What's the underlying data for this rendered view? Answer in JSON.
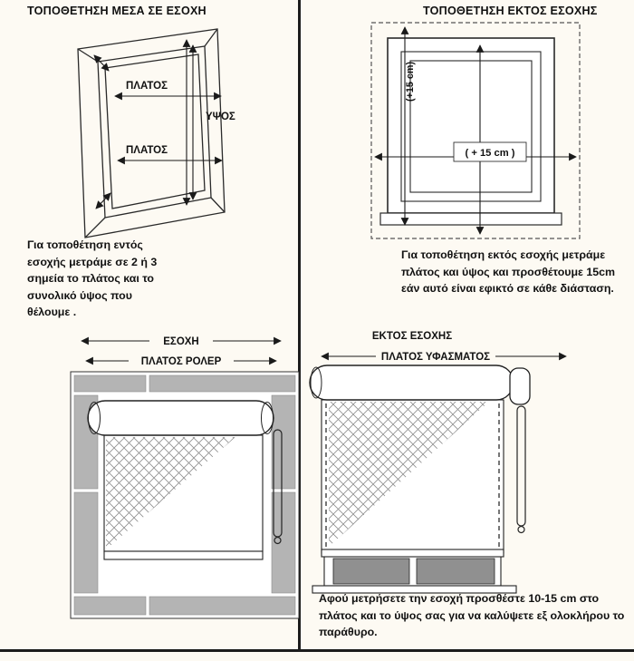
{
  "page": {
    "bg": "#fdfaf3"
  },
  "sections": {
    "inside_recess": {
      "title": "ΤΟΠΟΘΕΤΗΣΗ ΜΕΣΑ ΣΕ ΕΣΟΧΗ",
      "labels": {
        "width_top": "ΠΛΑΤΟΣ",
        "height": "ΥΨΟΣ",
        "width_bottom": "ΠΛΑΤΟΣ"
      },
      "description": "Για τοποθέτηση εντός εσοχής μετράμε σε 2 ή 3 σημεία το πλάτος και το συνολικό ύψος που θέλουμε ."
    },
    "outside_recess": {
      "title": "ΤΟΠΟΘΕΤΗΣΗ ΕΚΤΟΣ ΕΣΟΧΗΣ",
      "labels": {
        "height_plus": "(+15 cm)",
        "width_plus": "( + 15 cm )"
      },
      "description": "Για τοποθέτηση εκτός εσοχής μετράμε πλάτος και ύψος και προσθέτουμε 15cm εάν αυτό είναι εφικτό σε κάθε διάσταση."
    },
    "roller_inside": {
      "labels": {
        "recess": "ΕΣΟΧΗ",
        "roller_width": "ΠΛΑΤΟΣ ΡΟΛΕΡ"
      }
    },
    "roller_outside": {
      "labels": {
        "outside": "ΕΚΤΟΣ ΕΣΟΧΗΣ",
        "fabric_width": "ΠΛΑΤΟΣ ΥΦΑΣΜΑΤΟΣ"
      },
      "description": "Αφού μετρήσετε την εσοχή προσθέστε 10-15 cm στο πλάτος και το ύψος σας για να καλύψετε εξ ολοκλήρου το παράθυρο."
    }
  }
}
